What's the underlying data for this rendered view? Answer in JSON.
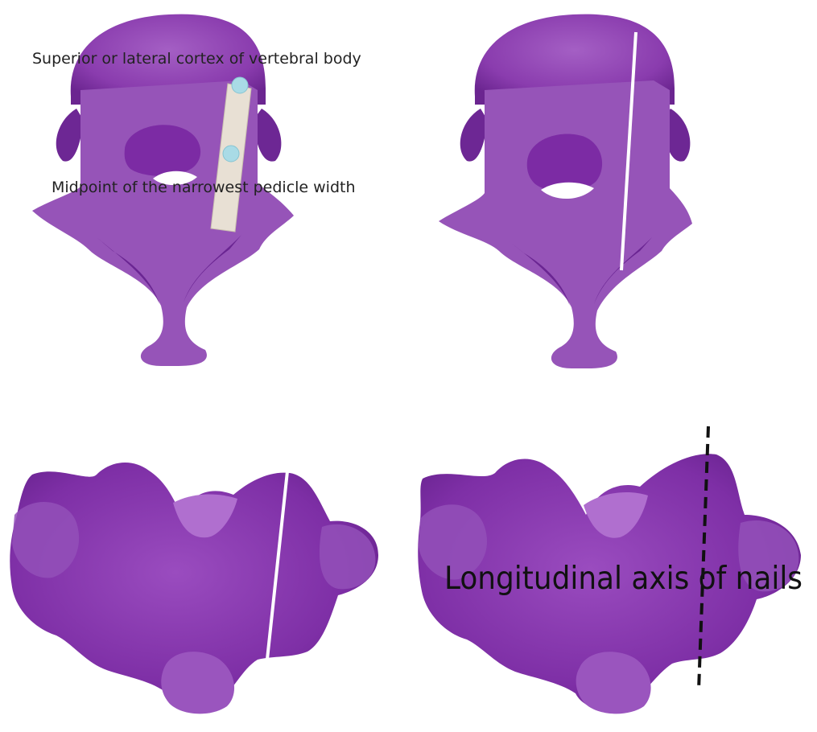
{
  "labels": {
    "superior_cortex": "Superior or lateral cortex of vertebral body",
    "midpoint_pedicle": "Midpoint of the narrowest pedicle width",
    "longitudinal_axis": "Longitudinal axis of nails"
  },
  "colors": {
    "bone_body": "#8e3fb0",
    "bone_face": "#9a55b8",
    "bone_dark": "#5e1d82",
    "bone_light": "#b06fcf",
    "marker_fill": "#a9dbe6",
    "screw_fill": "#e8e0d4",
    "guide_line": "#ffffff",
    "axis_line": "#111111",
    "text": "#222222"
  },
  "panels": [
    {
      "name": "top-left-superior-view-with-screw"
    },
    {
      "name": "top-right-superior-view-with-line"
    },
    {
      "name": "bottom-left-posterior-view-with-line"
    },
    {
      "name": "bottom-right-posterior-view-with-axis"
    }
  ]
}
